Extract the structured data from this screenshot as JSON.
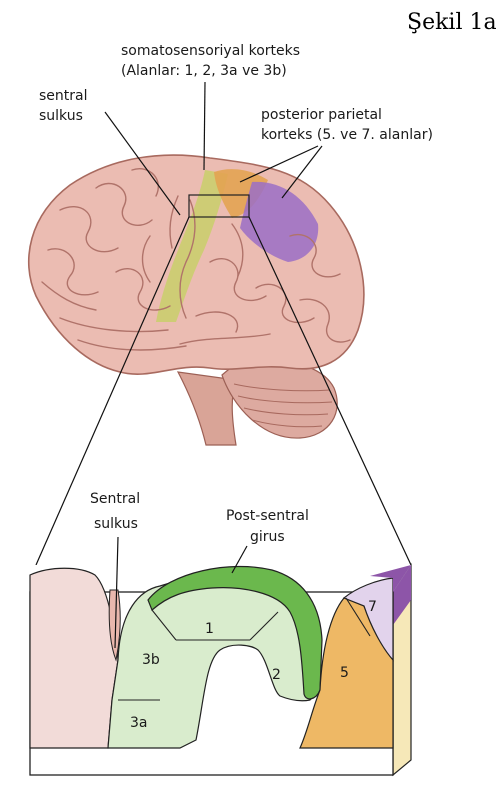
{
  "figure": {
    "title": "Şekil 1a"
  },
  "labels": {
    "somato_line1": "somatosensoriyal korteks",
    "somato_line2": "(Alanlar: 1, 2, 3a ve 3b)",
    "sentral_line1": "sentral",
    "sentral_line2": "sulkus",
    "parietal_line1": "posterior parietal",
    "parietal_line2": "korteks (5. ve 7. alanlar)",
    "inset_sentral_line1": "Sentral",
    "inset_sentral_line2": "sulkus",
    "postcentral_line1": "Post-sentral",
    "postcentral_line2": "girus"
  },
  "areas": {
    "a1": "1",
    "a2": "2",
    "a3a": "3a",
    "a3b": "3b",
    "a5": "5",
    "a7": "7"
  },
  "colors": {
    "brain": "#e9b7ad",
    "brain_dark": "#b9776c",
    "somatosensory": "#c9cf6a",
    "parietal_5": "#e3a352",
    "parietal_7": "#9b6fc6",
    "inset_green_light": "#d9eccd",
    "inset_green": "#6bb84d",
    "inset_pink": "#f2dbd8",
    "inset_orange": "#eeb865",
    "inset_purple_light": "#e2d3ec",
    "inset_purple": "#8d55a8",
    "inset_yellow": "#f6e8b8"
  }
}
